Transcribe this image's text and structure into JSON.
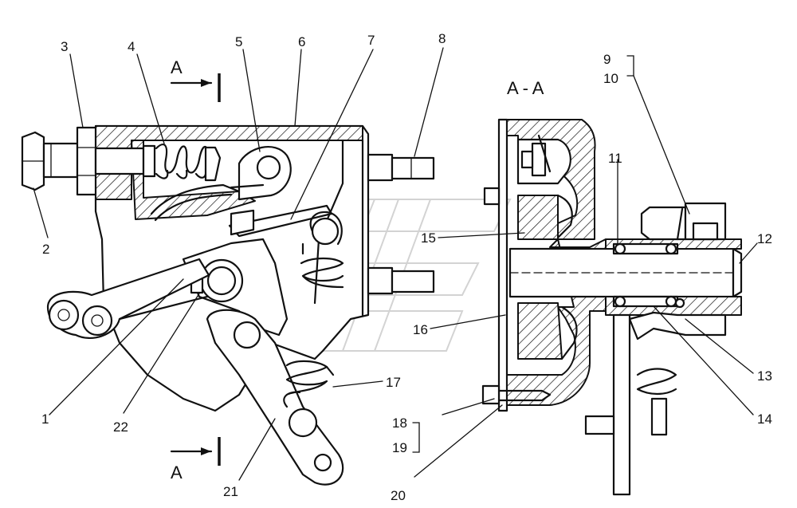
{
  "section_labels": {
    "a_top": "A",
    "a_bottom": "A",
    "section_title": "A - A"
  },
  "callouts": [
    "1",
    "2",
    "3",
    "4",
    "5",
    "6",
    "7",
    "8",
    "9",
    "10",
    "11",
    "12",
    "13",
    "14",
    "15",
    "16",
    "17",
    "18",
    "19",
    "20",
    "21",
    "22"
  ]
}
